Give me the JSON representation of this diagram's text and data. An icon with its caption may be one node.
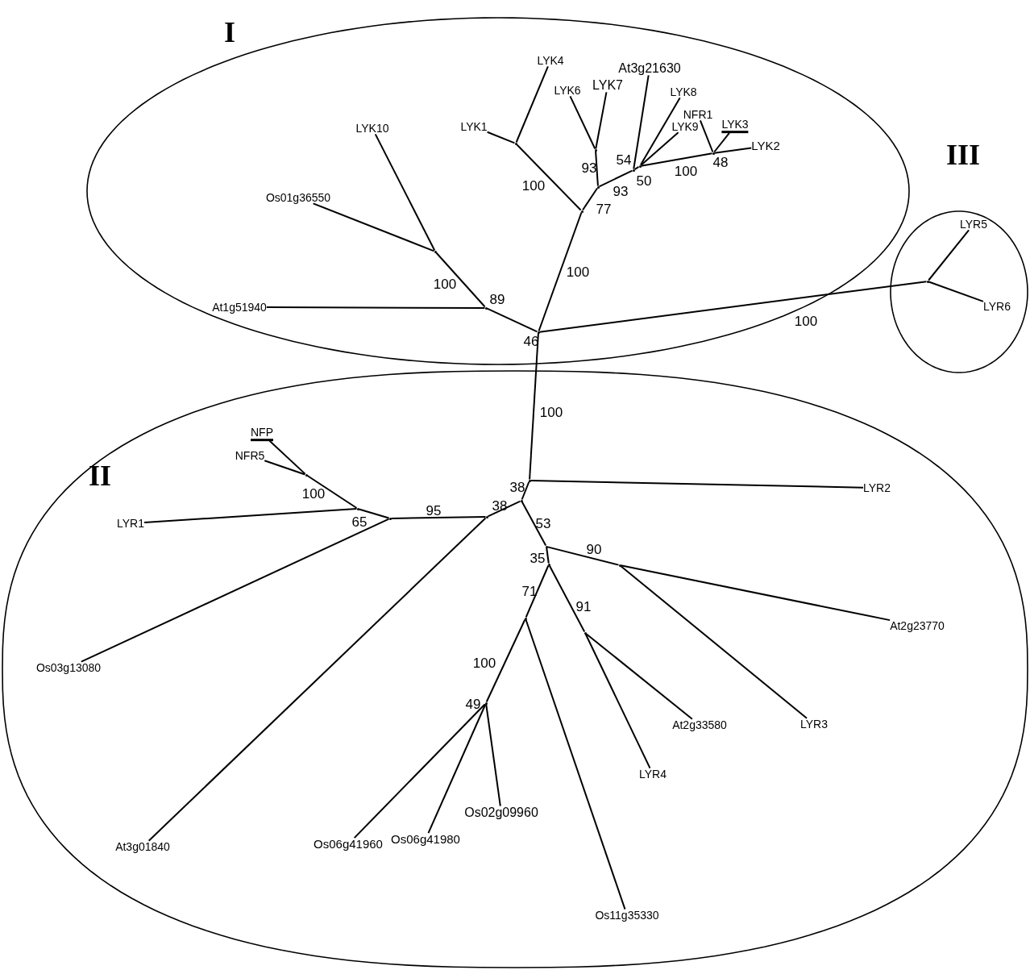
{
  "diagram": {
    "nodes": [
      {
        "text": [
          "I"
        ]
      },
      {
        "text": [
          "III"
        ]
      },
      {
        "text": [
          "II"
        ]
      },
      {
        "text": [],
        "shape": "dot",
        "in": 0
      },
      {
        "text": [],
        "shape": "dot",
        "in": 0
      },
      {
        "text": [
          "At1g51940"
        ],
        "in": 0
      },
      {
        "text": [],
        "shape": "dot",
        "in": 0
      },
      {
        "text": [
          "Os01g36550"
        ],
        "in": 0
      },
      {
        "text": [
          "LYK10"
        ],
        "in": 0
      },
      {
        "text": [],
        "shape": "dot",
        "in": 0
      },
      {
        "text": [],
        "shape": "dot",
        "in": 0
      },
      {
        "text": [
          "LYK1"
        ],
        "in": 0
      },
      {
        "text": [
          "LYK4"
        ],
        "in": 0
      },
      {
        "text": [],
        "shape": "dot",
        "in": 0
      },
      {
        "text": [],
        "shape": "dot",
        "in": 0
      },
      {
        "text": [
          "LYK6"
        ],
        "in": 0
      },
      {
        "text": [
          "LYK7"
        ],
        "in": 0
      },
      {
        "text": [],
        "shape": "dot",
        "in": 0
      },
      {
        "text": [
          "At3g21630"
        ],
        "in": 0
      },
      {
        "text": [],
        "shape": "dot",
        "in": 0
      },
      {
        "text": [
          "LYK8"
        ],
        "in": 0
      },
      {
        "text": [
          "LYK9"
        ],
        "in": 0
      },
      {
        "text": [],
        "shape": "dot",
        "in": 0
      },
      {
        "text": [
          "NFR1"
        ],
        "in": 0
      },
      {
        "text": [
          "LYK3"
        ],
        "in": 0
      },
      {
        "text": [
          "LYK2"
        ],
        "in": 0
      },
      {
        "text": [],
        "shape": "dot",
        "in": 1
      },
      {
        "text": [
          "LYR5"
        ],
        "in": 1
      },
      {
        "text": [
          "LYR6"
        ],
        "in": 1
      },
      {
        "text": [],
        "shape": "dot",
        "in": 2
      },
      {
        "text": [
          "LYR2"
        ],
        "in": 2
      },
      {
        "text": [],
        "shape": "dot",
        "in": 2
      },
      {
        "text": [],
        "shape": "dot",
        "in": 2
      },
      {
        "text": [
          "At3g01840"
        ],
        "in": 2
      },
      {
        "text": [],
        "shape": "dot",
        "in": 2
      },
      {
        "text": [
          "Os03g13080"
        ],
        "in": 2
      },
      {
        "text": [],
        "shape": "dot",
        "in": 2
      },
      {
        "text": [
          "LYR1"
        ],
        "in": 2
      },
      {
        "text": [],
        "shape": "dot",
        "in": 2
      },
      {
        "text": [
          "NFP"
        ],
        "in": 2
      },
      {
        "text": [
          "NFR5"
        ],
        "in": 2
      },
      {
        "text": [],
        "shape": "dot",
        "in": 2
      },
      {
        "text": [],
        "shape": "dot",
        "in": 2
      },
      {
        "text": [
          "At2g23770"
        ],
        "in": 2
      },
      {
        "text": [
          "LYR3"
        ],
        "in": 2
      },
      {
        "text": [],
        "shape": "dot",
        "in": 2
      },
      {
        "text": [],
        "shape": "dot",
        "in": 2
      },
      {
        "text": [
          "At2g33580"
        ],
        "in": 2
      },
      {
        "text": [
          "LYR4"
        ],
        "in": 2
      },
      {
        "text": [],
        "shape": "dot",
        "in": 2
      },
      {
        "text": [
          "Os11g35330"
        ],
        "in": 2
      },
      {
        "text": [],
        "shape": "dot",
        "in": 2
      },
      {
        "text": [
          "Os06g41960"
        ],
        "in": 2
      },
      {
        "text": [
          "Os06g41980"
        ],
        "in": 2
      },
      {
        "text": [
          "Os02g09960"
        ],
        "in": 2
      }
    ],
    "edges": [
      {
        "from": 3,
        "to": 4,
        "arrow": "none"
      },
      {
        "from": 4,
        "to": 5,
        "arrow": "none"
      },
      {
        "from": 4,
        "to": 6,
        "arrow": "none"
      },
      {
        "from": 6,
        "to": 7,
        "arrow": "none"
      },
      {
        "from": 6,
        "to": 8,
        "arrow": "none"
      },
      {
        "from": 3,
        "to": 9,
        "arrow": "none"
      },
      {
        "from": 9,
        "to": 10,
        "arrow": "none"
      },
      {
        "from": 10,
        "to": 11,
        "arrow": "none"
      },
      {
        "from": 10,
        "to": 12,
        "arrow": "none"
      },
      {
        "from": 9,
        "to": 13,
        "arrow": "none"
      },
      {
        "from": 13,
        "to": 14,
        "arrow": "none"
      },
      {
        "from": 14,
        "to": 15,
        "arrow": "none"
      },
      {
        "from": 14,
        "to": 16,
        "arrow": "none"
      },
      {
        "from": 13,
        "to": 17,
        "arrow": "none"
      },
      {
        "from": 17,
        "to": 18,
        "arrow": "none"
      },
      {
        "from": 17,
        "to": 19,
        "arrow": "none"
      },
      {
        "from": 19,
        "to": 20,
        "arrow": "none"
      },
      {
        "from": 19,
        "to": 21,
        "arrow": "none"
      },
      {
        "from": 19,
        "to": 22,
        "arrow": "none"
      },
      {
        "from": 22,
        "to": 23,
        "arrow": "none"
      },
      {
        "from": 22,
        "to": 24,
        "arrow": "none"
      },
      {
        "from": 22,
        "to": 25,
        "arrow": "none"
      },
      {
        "from": 3,
        "to": 26,
        "arrow": "none"
      },
      {
        "from": 26,
        "to": 27,
        "arrow": "none"
      },
      {
        "from": 26,
        "to": 28,
        "arrow": "none"
      },
      {
        "from": 3,
        "to": 29,
        "arrow": "none"
      },
      {
        "from": 29,
        "to": 30,
        "arrow": "none"
      },
      {
        "from": 29,
        "to": 31,
        "arrow": "none"
      },
      {
        "from": 31,
        "to": 32,
        "arrow": "none"
      },
      {
        "from": 32,
        "to": 33,
        "arrow": "none"
      },
      {
        "from": 32,
        "to": 34,
        "arrow": "none"
      },
      {
        "from": 34,
        "to": 35,
        "arrow": "none"
      },
      {
        "from": 34,
        "to": 36,
        "arrow": "none"
      },
      {
        "from": 36,
        "to": 37,
        "arrow": "none"
      },
      {
        "from": 36,
        "to": 38,
        "arrow": "none"
      },
      {
        "from": 38,
        "to": 39,
        "arrow": "none"
      },
      {
        "from": 38,
        "to": 40,
        "arrow": "none"
      },
      {
        "from": 31,
        "to": 41,
        "arrow": "none"
      },
      {
        "from": 41,
        "to": 42,
        "arrow": "none"
      },
      {
        "from": 42,
        "to": 43,
        "arrow": "none"
      },
      {
        "from": 42,
        "to": 44,
        "arrow": "none"
      },
      {
        "from": 41,
        "to": 45,
        "arrow": "none"
      },
      {
        "from": 45,
        "to": 46,
        "arrow": "none"
      },
      {
        "from": 46,
        "to": 47,
        "arrow": "none"
      },
      {
        "from": 46,
        "to": 48,
        "arrow": "none"
      },
      {
        "from": 45,
        "to": 49,
        "arrow": "none"
      },
      {
        "from": 49,
        "to": 50,
        "arrow": "none"
      },
      {
        "from": 49,
        "to": 51,
        "arrow": "none"
      },
      {
        "from": 51,
        "to": 52,
        "arrow": "none"
      },
      {
        "from": 51,
        "to": 53,
        "arrow": "none"
      },
      {
        "from": 51,
        "to": 54,
        "arrow": "none"
      }
    ],
    "labels": [
      "54",
      "48",
      "93",
      "100",
      "50",
      "100",
      "93",
      "77",
      "100",
      "100",
      "89",
      "46",
      "100",
      "100",
      "38",
      "100",
      "38",
      "95",
      "65",
      "53",
      "90",
      "35",
      "71",
      "91",
      "100",
      "49"
    ]
  }
}
